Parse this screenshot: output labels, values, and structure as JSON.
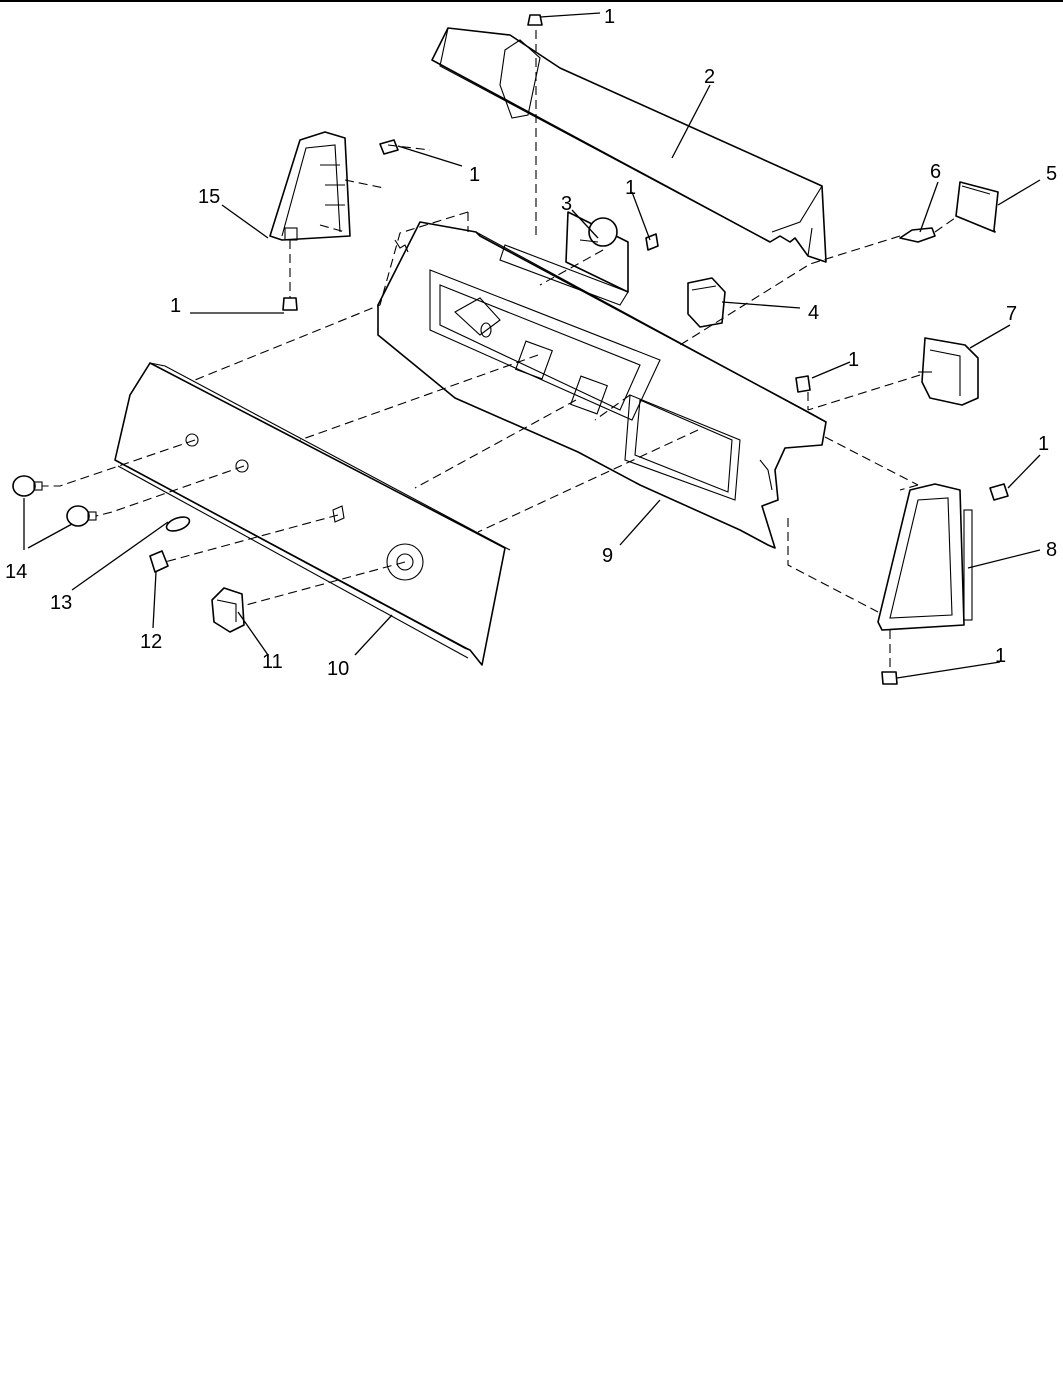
{
  "diagram": {
    "callouts": [
      {
        "id": "c1a",
        "label": "1"
      },
      {
        "id": "c2",
        "label": "2"
      },
      {
        "id": "c1b",
        "label": "1"
      },
      {
        "id": "c15",
        "label": "15"
      },
      {
        "id": "c3",
        "label": "3"
      },
      {
        "id": "c1c",
        "label": "1"
      },
      {
        "id": "c6",
        "label": "6"
      },
      {
        "id": "c5",
        "label": "5"
      },
      {
        "id": "c1d",
        "label": "1"
      },
      {
        "id": "c4",
        "label": "4"
      },
      {
        "id": "c7",
        "label": "7"
      },
      {
        "id": "c1e",
        "label": "1"
      },
      {
        "id": "c1f",
        "label": "1"
      },
      {
        "id": "c8",
        "label": "8"
      },
      {
        "id": "c9",
        "label": "9"
      },
      {
        "id": "c14",
        "label": "14"
      },
      {
        "id": "c13",
        "label": "13"
      },
      {
        "id": "c12",
        "label": "12"
      },
      {
        "id": "c11",
        "label": "11"
      },
      {
        "id": "c10",
        "label": "10"
      },
      {
        "id": "c1g",
        "label": "1"
      }
    ]
  }
}
